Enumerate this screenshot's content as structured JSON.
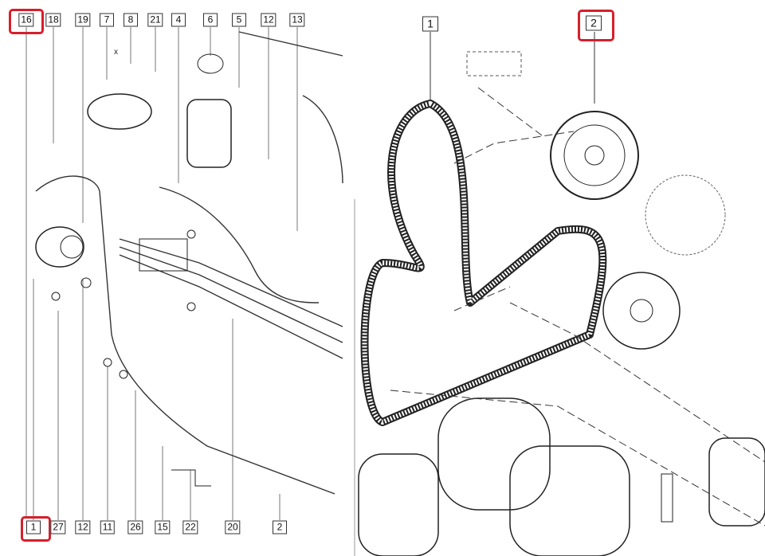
{
  "left_diagram": {
    "top_callouts": [
      "16",
      "18",
      "19",
      "7",
      "8",
      "21",
      "4",
      "6",
      "5",
      "12",
      "13"
    ],
    "bottom_callouts": [
      "1",
      "27",
      "12",
      "11",
      "26",
      "15",
      "22",
      "20",
      "2"
    ],
    "detail_marker": "x",
    "highlighted": [
      "16",
      "1"
    ],
    "highlight_color": "#d61f2c"
  },
  "right_diagram": {
    "callouts": [
      "1",
      "2"
    ],
    "highlighted": [
      "2"
    ]
  }
}
